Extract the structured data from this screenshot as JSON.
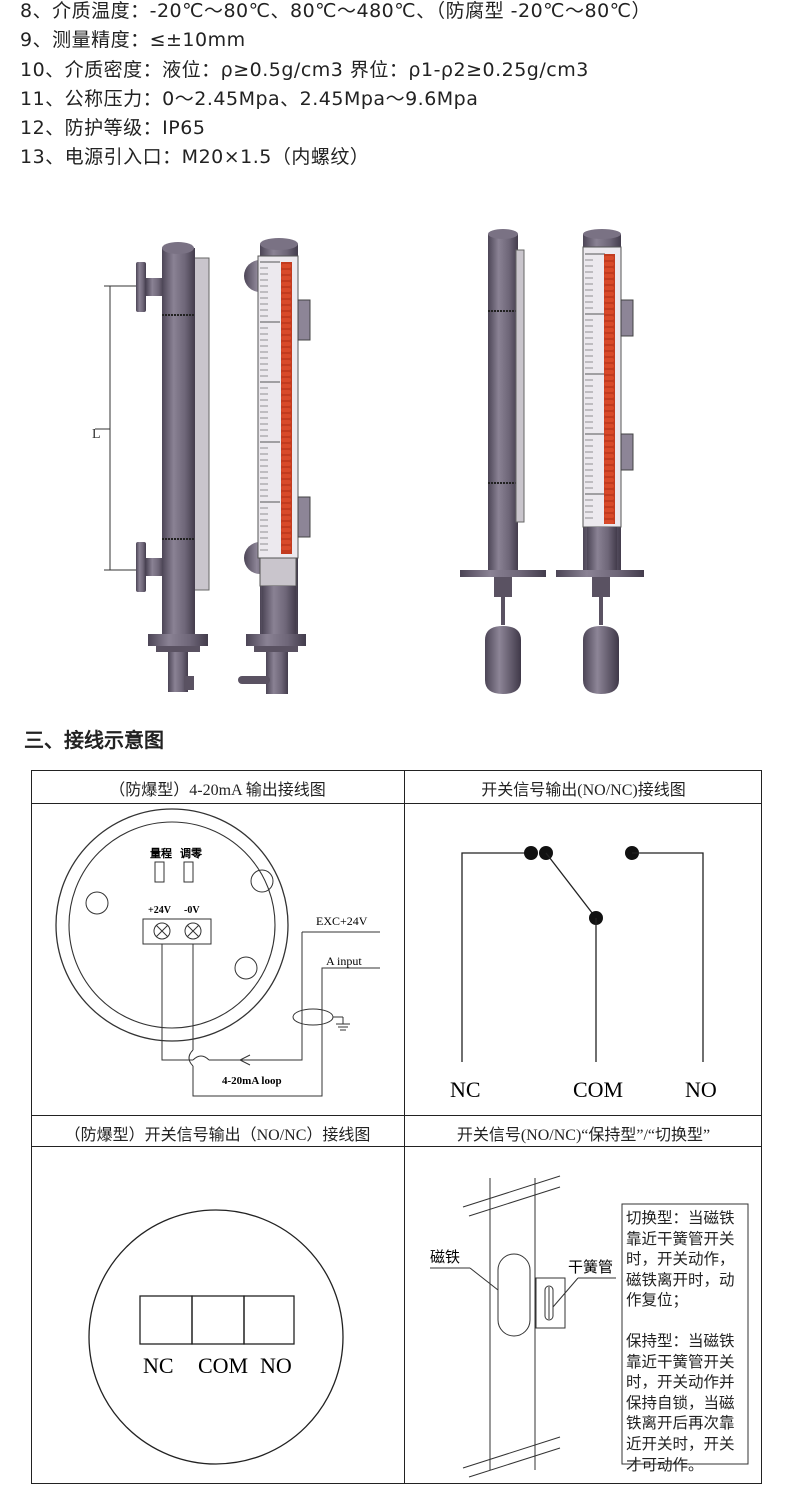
{
  "specs": [
    "8、介质温度：-20℃～80℃、80℃～480℃、（防腐型 -20℃～80℃）",
    "9、测量精度：≤±10mm",
    "10、介质密度：液位：ρ≥0.5g/cm3  界位：ρ1-ρ2≥0.25g/cm3",
    "11、公称压力：0～2.45Mpa、2.45Mpa～9.6Mpa",
    "12、防护等级：IP65",
    "13、电源引入口：M20×1.5（内螺纹）"
  ],
  "dimension_label": "L",
  "section_title": "三、接线示意图",
  "panels": {
    "p1": {
      "title": "（防爆型）4-20mA 输出接线图",
      "range_label": "量程",
      "zero_label": "调零",
      "plus_label": "+24V",
      "minus_label": "-0V",
      "exc_label": "EXC+24V",
      "input_label": "A input",
      "loop_label": "4-20mA loop"
    },
    "p2": {
      "title": "开关信号输出(NO/NC)接线图",
      "nc": "NC",
      "com": "COM",
      "no": "NO"
    },
    "p3": {
      "title": "（防爆型）开关信号输出（NO/NC）接线图",
      "nc": "NC",
      "com": "COM",
      "no": "NO"
    },
    "p4": {
      "title": "开关信号(NO/NC)“保持型”/“切换型”",
      "magnet_label": "磁铁",
      "reed_label": "干簧管",
      "note_switch": "切换型：当磁铁靠近干簧管开关时，开关动作，磁铁离开时，动作复位；",
      "note_hold": "保持型：当磁铁靠近干簧管开关时，开关动作并保持自锁，当磁铁离开后再次靠近开关时，开关才可动作。"
    }
  },
  "colors": {
    "pipe": "#6e6678",
    "pipe_dark": "#4c4556",
    "scale_bg": "#ebe8ed",
    "float_red": "#d84a2a",
    "line": "#222222"
  }
}
